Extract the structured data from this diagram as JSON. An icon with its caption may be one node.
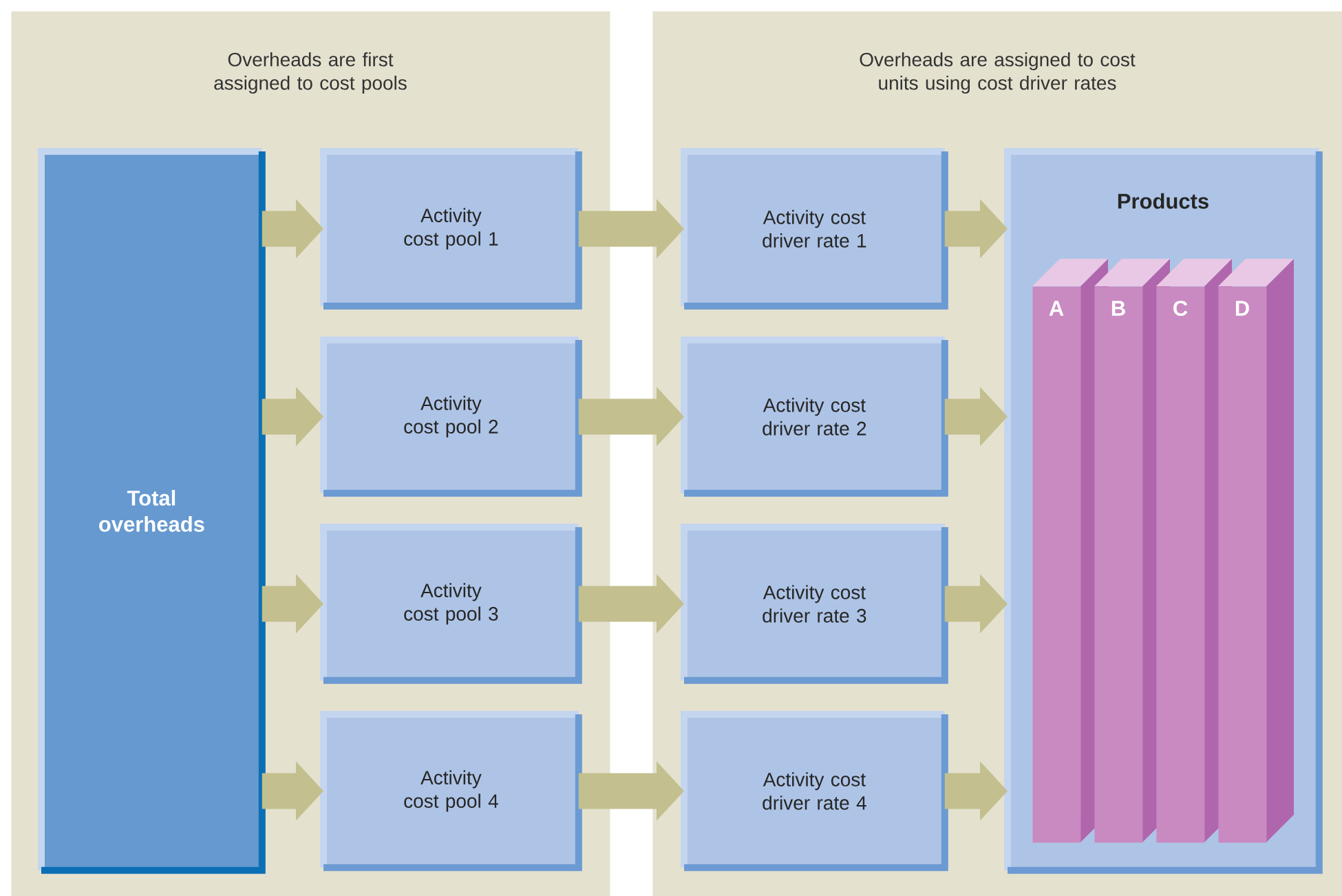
{
  "diagram": {
    "nodes": [
      {
        "text": [
          "Overheads are first assigned to cost pools"
        ]
      },
      {
        "text": [
          "Overheads are assigned to cost units using cost driver rates"
        ]
      },
      {
        "text": [
          "Total overheads"
        ],
        "in": 0
      },
      {
        "text": [
          "Activity cost pool 1"
        ],
        "in": 0
      },
      {
        "text": [
          "Activity cost pool 2"
        ],
        "in": 0
      },
      {
        "text": [
          "Activity cost pool 3"
        ],
        "in": 0
      },
      {
        "text": [
          "Activity cost pool 4"
        ],
        "in": 0
      },
      {
        "text": [
          "Activity cost driver rate 1"
        ],
        "in": 1
      },
      {
        "text": [
          "Activity cost driver rate 2"
        ],
        "in": 1
      },
      {
        "text": [
          "Activity cost driver rate 3"
        ],
        "in": 1
      },
      {
        "text": [
          "Activity cost driver rate 4"
        ],
        "in": 1
      },
      {
        "text": [
          "Products"
        ],
        "in": 1
      },
      {
        "text": [
          "A"
        ],
        "in": 11
      },
      {
        "text": [
          "B"
        ],
        "in": 11
      },
      {
        "text": [
          "C"
        ],
        "in": 11
      },
      {
        "text": [
          "D"
        ],
        "in": 11
      }
    ],
    "edges": [
      {
        "from": 2,
        "to": 3,
        "arrow": "to"
      },
      {
        "from": 2,
        "to": 4,
        "arrow": "to"
      },
      {
        "from": 2,
        "to": 5,
        "arrow": "to"
      },
      {
        "from": 2,
        "to": 6,
        "arrow": "to"
      },
      {
        "from": 3,
        "to": 7,
        "arrow": "to"
      },
      {
        "from": 4,
        "to": 8,
        "arrow": "to"
      },
      {
        "from": 5,
        "to": 9,
        "arrow": "to"
      },
      {
        "from": 6,
        "to": 10,
        "arrow": "to"
      },
      {
        "from": 7,
        "to": 11,
        "arrow": "to"
      },
      {
        "from": 8,
        "to": 11,
        "arrow": "to"
      },
      {
        "from": 9,
        "to": 11,
        "arrow": "to"
      },
      {
        "from": 10,
        "to": 11,
        "arrow": "to"
      }
    ]
  }
}
